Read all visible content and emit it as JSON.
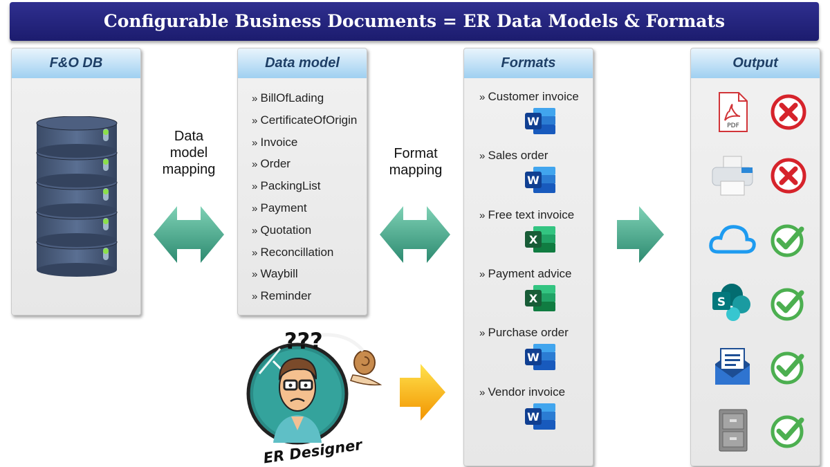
{
  "title": "Configurable Business Documents = ER Data Models & Formats",
  "panels": {
    "db": {
      "heading": "F&O DB"
    },
    "model": {
      "heading": "Data model"
    },
    "formats": {
      "heading": "Formats"
    },
    "output": {
      "heading": "Output"
    }
  },
  "mapping": {
    "data_model_line1": "Data",
    "data_model_line2": "model",
    "data_model_line3": "mapping",
    "format_line1": "Format",
    "format_line2": "mapping"
  },
  "data_model_items": [
    "BillOfLading",
    "CertificateOfOrigin",
    "Invoice",
    "Order",
    "PackingList",
    "Payment",
    "Quotation",
    "Reconcillation",
    "Waybill",
    "Reminder"
  ],
  "formats": [
    {
      "label": "Customer invoice",
      "app": "word-icon"
    },
    {
      "label": "Sales order",
      "app": "word-icon"
    },
    {
      "label": "Free text invoice",
      "app": "excel-icon"
    },
    {
      "label": "Payment advice",
      "app": "excel-icon"
    },
    {
      "label": "Purchase order",
      "app": "word-icon"
    },
    {
      "label": "Vendor invoice",
      "app": "word-icon"
    }
  ],
  "outputs": [
    {
      "target": "pdf-icon",
      "pdf_text": "PDF",
      "status": "cross"
    },
    {
      "target": "printer-icon",
      "status": "cross"
    },
    {
      "target": "cloud-icon",
      "status": "check"
    },
    {
      "target": "sharepoint-icon",
      "letter": "S",
      "status": "check"
    },
    {
      "target": "email-icon",
      "status": "check"
    },
    {
      "target": "file-cabinet-icon",
      "status": "check"
    }
  ],
  "designer": {
    "caption": "ER Designer",
    "question_marks": "???"
  },
  "colors": {
    "title_bg": "#23237a",
    "panel_head": "#9fd0f1",
    "arrow_green": "#3aa386",
    "arrow_yellow": "#f5a800",
    "word": "#185abd",
    "excel": "#107c41",
    "cross": "#d6232b",
    "check": "#4caf50"
  }
}
